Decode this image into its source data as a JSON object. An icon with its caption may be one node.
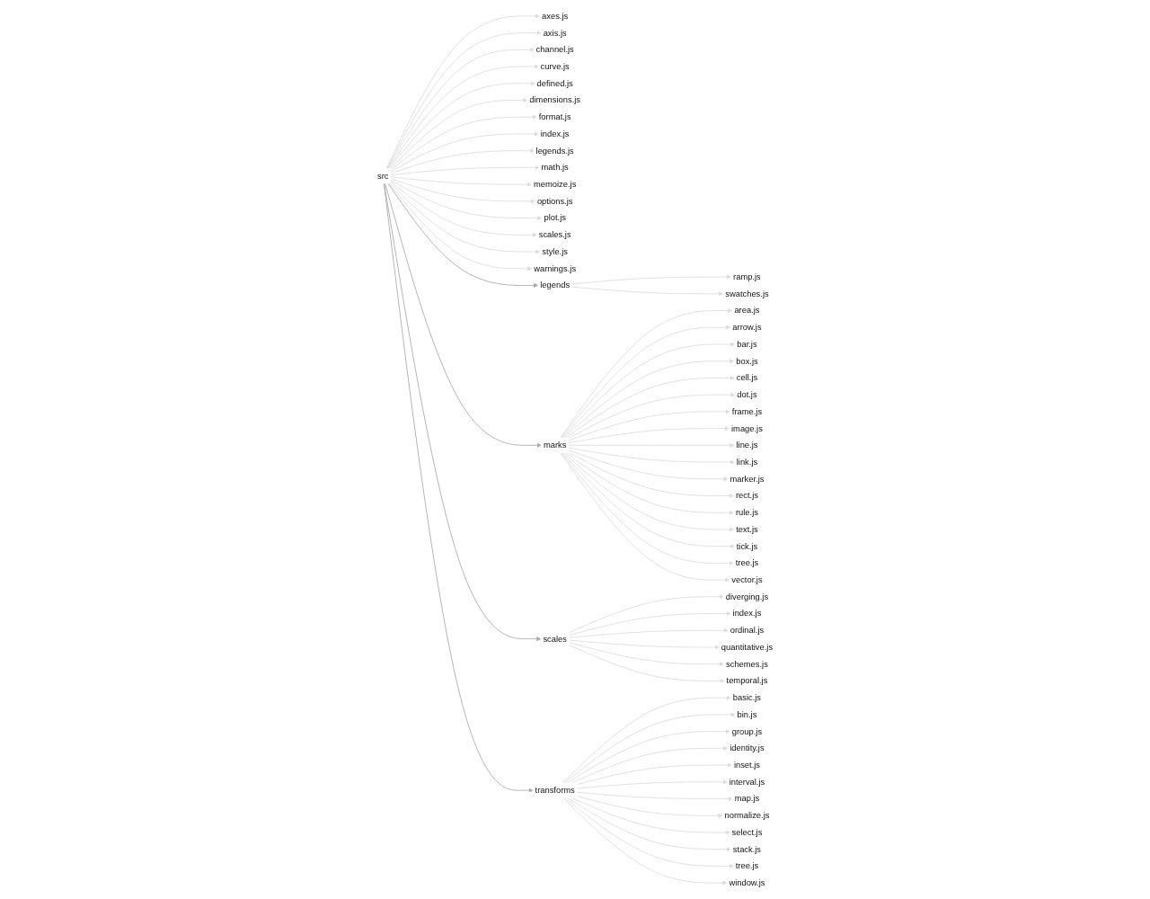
{
  "diagram": {
    "nodes": [
      {
        "text": [
          "src"
        ]
      },
      {
        "text": [
          "axes.js"
        ]
      },
      {
        "text": [
          "axis.js"
        ]
      },
      {
        "text": [
          "channel.js"
        ]
      },
      {
        "text": [
          "curve.js"
        ]
      },
      {
        "text": [
          "defined.js"
        ]
      },
      {
        "text": [
          "dimensions.js"
        ]
      },
      {
        "text": [
          "format.js"
        ]
      },
      {
        "text": [
          "index.js"
        ]
      },
      {
        "text": [
          "legends.js"
        ]
      },
      {
        "text": [
          "math.js"
        ]
      },
      {
        "text": [
          "memoize.js"
        ]
      },
      {
        "text": [
          "options.js"
        ]
      },
      {
        "text": [
          "plot.js"
        ]
      },
      {
        "text": [
          "scales.js"
        ]
      },
      {
        "text": [
          "style.js"
        ]
      },
      {
        "text": [
          "warnings.js"
        ]
      },
      {
        "text": [
          "legends"
        ]
      },
      {
        "text": [
          "ramp.js"
        ]
      },
      {
        "text": [
          "swatches.js"
        ]
      },
      {
        "text": [
          "marks"
        ]
      },
      {
        "text": [
          "area.js"
        ]
      },
      {
        "text": [
          "arrow.js"
        ]
      },
      {
        "text": [
          "bar.js"
        ]
      },
      {
        "text": [
          "box.js"
        ]
      },
      {
        "text": [
          "cell.js"
        ]
      },
      {
        "text": [
          "dot.js"
        ]
      },
      {
        "text": [
          "frame.js"
        ]
      },
      {
        "text": [
          "image.js"
        ]
      },
      {
        "text": [
          "line.js"
        ]
      },
      {
        "text": [
          "link.js"
        ]
      },
      {
        "text": [
          "marker.js"
        ]
      },
      {
        "text": [
          "rect.js"
        ]
      },
      {
        "text": [
          "rule.js"
        ]
      },
      {
        "text": [
          "text.js"
        ]
      },
      {
        "text": [
          "tick.js"
        ]
      },
      {
        "text": [
          "tree.js"
        ]
      },
      {
        "text": [
          "vector.js"
        ]
      },
      {
        "text": [
          "scales"
        ]
      },
      {
        "text": [
          "diverging.js"
        ]
      },
      {
        "text": [
          "index.js"
        ]
      },
      {
        "text": [
          "ordinal.js"
        ]
      },
      {
        "text": [
          "quantitative.js"
        ]
      },
      {
        "text": [
          "schemes.js"
        ]
      },
      {
        "text": [
          "temporal.js"
        ]
      },
      {
        "text": [
          "transforms"
        ]
      },
      {
        "text": [
          "basic.js"
        ]
      },
      {
        "text": [
          "bin.js"
        ]
      },
      {
        "text": [
          "group.js"
        ]
      },
      {
        "text": [
          "identity.js"
        ]
      },
      {
        "text": [
          "inset.js"
        ]
      },
      {
        "text": [
          "interval.js"
        ]
      },
      {
        "text": [
          "map.js"
        ]
      },
      {
        "text": [
          "normalize.js"
        ]
      },
      {
        "text": [
          "select.js"
        ]
      },
      {
        "text": [
          "stack.js"
        ]
      },
      {
        "text": [
          "tree.js"
        ]
      },
      {
        "text": [
          "window.js"
        ]
      }
    ],
    "edges": [
      {
        "from": 0,
        "to": 1,
        "arrow": "to"
      },
      {
        "from": 0,
        "to": 2,
        "arrow": "to"
      },
      {
        "from": 0,
        "to": 3,
        "arrow": "to"
      },
      {
        "from": 0,
        "to": 4,
        "arrow": "to"
      },
      {
        "from": 0,
        "to": 5,
        "arrow": "to"
      },
      {
        "from": 0,
        "to": 6,
        "arrow": "to"
      },
      {
        "from": 0,
        "to": 7,
        "arrow": "to"
      },
      {
        "from": 0,
        "to": 8,
        "arrow": "to"
      },
      {
        "from": 0,
        "to": 9,
        "arrow": "to"
      },
      {
        "from": 0,
        "to": 10,
        "arrow": "to"
      },
      {
        "from": 0,
        "to": 11,
        "arrow": "to"
      },
      {
        "from": 0,
        "to": 12,
        "arrow": "to"
      },
      {
        "from": 0,
        "to": 13,
        "arrow": "to"
      },
      {
        "from": 0,
        "to": 14,
        "arrow": "to"
      },
      {
        "from": 0,
        "to": 15,
        "arrow": "to"
      },
      {
        "from": 0,
        "to": 16,
        "arrow": "to"
      },
      {
        "from": 0,
        "to": 17,
        "arrow": "to",
        "color": "#aaaaaa"
      },
      {
        "from": 17,
        "to": 18,
        "arrow": "to"
      },
      {
        "from": 17,
        "to": 19,
        "arrow": "to"
      },
      {
        "from": 0,
        "to": 20,
        "arrow": "to",
        "color": "#aaaaaa"
      },
      {
        "from": 20,
        "to": 21,
        "arrow": "to"
      },
      {
        "from": 20,
        "to": 22,
        "arrow": "to"
      },
      {
        "from": 20,
        "to": 23,
        "arrow": "to"
      },
      {
        "from": 20,
        "to": 24,
        "arrow": "to"
      },
      {
        "from": 20,
        "to": 25,
        "arrow": "to"
      },
      {
        "from": 20,
        "to": 26,
        "arrow": "to"
      },
      {
        "from": 20,
        "to": 27,
        "arrow": "to"
      },
      {
        "from": 20,
        "to": 28,
        "arrow": "to"
      },
      {
        "from": 20,
        "to": 29,
        "arrow": "to"
      },
      {
        "from": 20,
        "to": 30,
        "arrow": "to"
      },
      {
        "from": 20,
        "to": 31,
        "arrow": "to"
      },
      {
        "from": 20,
        "to": 32,
        "arrow": "to"
      },
      {
        "from": 20,
        "to": 33,
        "arrow": "to"
      },
      {
        "from": 20,
        "to": 34,
        "arrow": "to"
      },
      {
        "from": 20,
        "to": 35,
        "arrow": "to"
      },
      {
        "from": 20,
        "to": 36,
        "arrow": "to"
      },
      {
        "from": 20,
        "to": 37,
        "arrow": "to"
      },
      {
        "from": 0,
        "to": 38,
        "arrow": "to",
        "color": "#aaaaaa"
      },
      {
        "from": 38,
        "to": 39,
        "arrow": "to"
      },
      {
        "from": 38,
        "to": 40,
        "arrow": "to"
      },
      {
        "from": 38,
        "to": 41,
        "arrow": "to"
      },
      {
        "from": 38,
        "to": 42,
        "arrow": "to"
      },
      {
        "from": 38,
        "to": 43,
        "arrow": "to"
      },
      {
        "from": 38,
        "to": 44,
        "arrow": "to"
      },
      {
        "from": 0,
        "to": 45,
        "arrow": "to",
        "color": "#aaaaaa"
      },
      {
        "from": 45,
        "to": 46,
        "arrow": "to"
      },
      {
        "from": 45,
        "to": 47,
        "arrow": "to"
      },
      {
        "from": 45,
        "to": 48,
        "arrow": "to"
      },
      {
        "from": 45,
        "to": 49,
        "arrow": "to"
      },
      {
        "from": 45,
        "to": 50,
        "arrow": "to"
      },
      {
        "from": 45,
        "to": 51,
        "arrow": "to"
      },
      {
        "from": 45,
        "to": 52,
        "arrow": "to"
      },
      {
        "from": 45,
        "to": 53,
        "arrow": "to"
      },
      {
        "from": 45,
        "to": 54,
        "arrow": "to"
      },
      {
        "from": 45,
        "to": 55,
        "arrow": "to"
      },
      {
        "from": 45,
        "to": 56,
        "arrow": "to"
      },
      {
        "from": 45,
        "to": 57,
        "arrow": "to"
      }
    ]
  }
}
